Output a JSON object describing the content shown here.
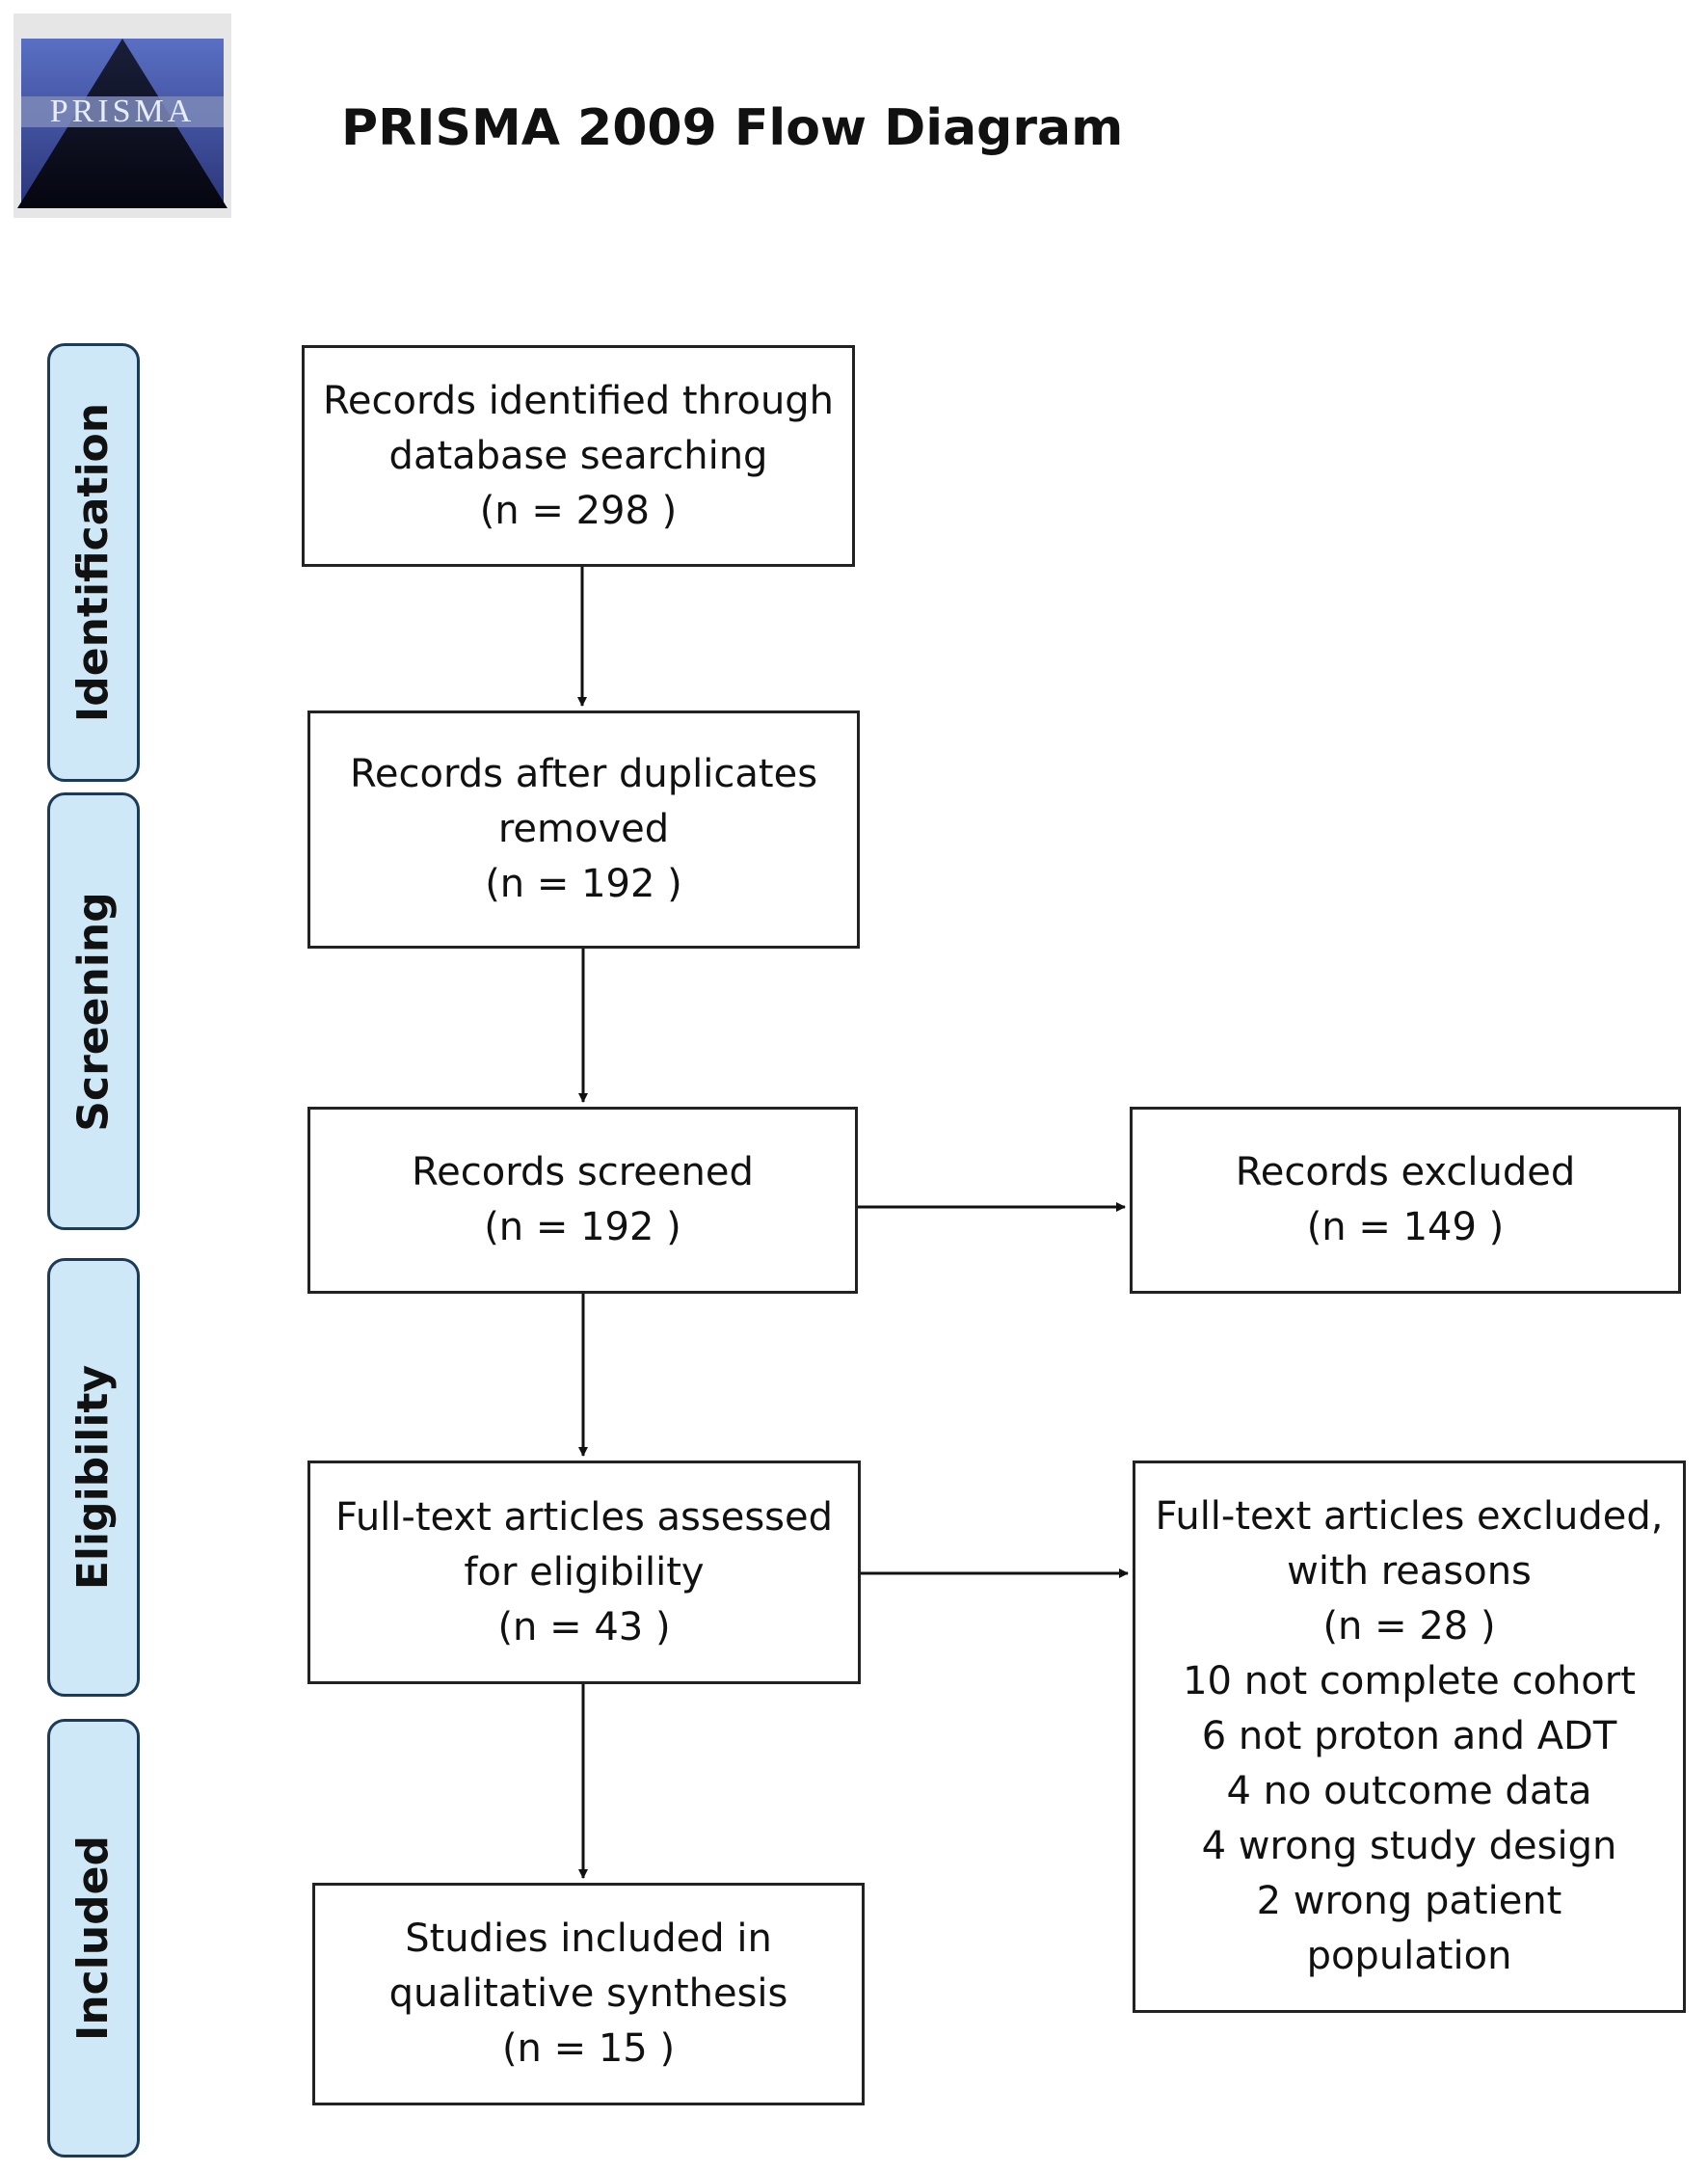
{
  "title": "PRISMA 2009 Flow Diagram",
  "logo_text": "PRISMA",
  "phases": {
    "identification": "Identification",
    "screening": "Screening",
    "eligibility": "Eligibility",
    "included": "Included"
  },
  "boxes": {
    "identified": {
      "line1": "Records identified through",
      "line2": "database searching",
      "count": "(n = 298 )"
    },
    "after_duplicates": {
      "line1": "Records after duplicates",
      "line2": "removed",
      "count": "(n = 192 )"
    },
    "screened": {
      "line1": "Records screened",
      "count": "(n = 192 )"
    },
    "excluded": {
      "line1": "Records excluded",
      "count": "(n = 149 )"
    },
    "assessed": {
      "line1": "Full-text articles assessed",
      "line2": "for eligibility",
      "count": "(n = 43 )"
    },
    "fulltext_excluded": {
      "line1": "Full-text articles excluded,",
      "line2": "with reasons",
      "count": "(n = 28 )",
      "reasons": [
        "10 not complete cohort",
        "6 not proton and ADT",
        "4 no outcome data",
        "4 wrong study design",
        "2 wrong patient",
        "population"
      ]
    },
    "included": {
      "line1": "Studies included in",
      "line2": "qualitative synthesis",
      "count": "(n = 15 )"
    }
  }
}
